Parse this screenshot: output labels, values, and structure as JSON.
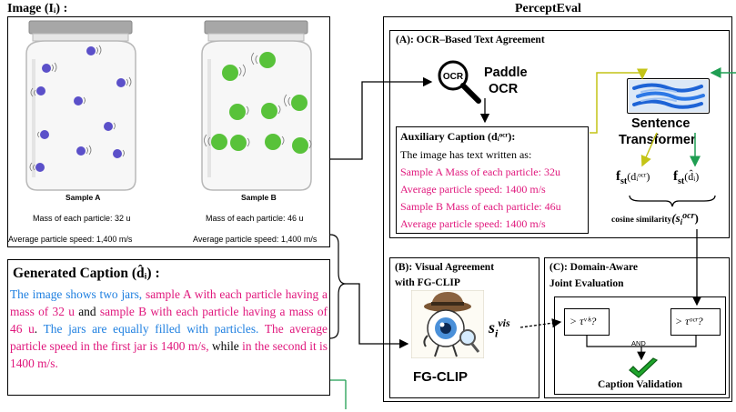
{
  "left": {
    "image_title": "Image (Iᵢ) :",
    "sample_a": {
      "name": "Sample A",
      "mass": "Mass of each particle: 32 u",
      "speed": "Average particle speed: 1,400 m/s"
    },
    "sample_b": {
      "name": "Sample B",
      "mass": "Mass of each particle: 46 u",
      "speed": "Average particle speed: 1,400 m/s"
    },
    "colors": {
      "particle_a": "#5b50c9",
      "particle_b": "#58c23a"
    }
  },
  "caption": {
    "title": "Generated Caption (d̂ᵢ) :",
    "segments": [
      {
        "text": "The image shows two jars, ",
        "color": "blue"
      },
      {
        "text": "sample A with each particle having a mass of 32 u",
        "color": "pink"
      },
      {
        "text": " and ",
        "color": "black"
      },
      {
        "text": "sample B with each particle having a mass of 46 u",
        "color": "pink"
      },
      {
        "text": ". ",
        "color": "black"
      },
      {
        "text": "The jars are equally filled with particles.",
        "color": "blue"
      },
      {
        "text": " The average particle speed in the first jar is 1400 m/s,",
        "color": "pink"
      },
      {
        "text": " while ",
        "color": "black"
      },
      {
        "text": "in the second it is 1400 m/s.",
        "color": "pink"
      }
    ]
  },
  "percepteval": {
    "title": "PerceptEval",
    "section_a": {
      "title": "(A): OCR–Based Text Agreement",
      "ocr_icon_text": "OCR",
      "paddle_line1": "Paddle",
      "paddle_line2": "OCR",
      "aux_title": "Auxiliary Caption (dᵢᵒᶜʳ):",
      "aux_intro": "The image has text written as:",
      "aux_lines": [
        "Sample A Mass of each particle: 32u",
        "Average particle speed: 1400 m/s",
        "Sample B Mass of each particle: 46u",
        "Average particle speed: 1400 m/s"
      ],
      "st_line1": "Sentence",
      "st_line2": "Transformer",
      "fst_left": "f",
      "fst_left_sub": "st",
      "fst_left_arg": "(dᵢᵒᶜʳ)",
      "fst_right": "f",
      "fst_right_sub": "st",
      "fst_right_arg": "(d̂ᵢ)",
      "cosine_label": "cosine similarity",
      "cosine_var": "(s",
      "cosine_sub": "i",
      "cosine_sup": "ocr",
      "cosine_close": ")"
    },
    "section_b": {
      "title_line1": "(B): Visual Agreement",
      "title_line2": "with FG-CLIP",
      "model_name": "FG-CLIP",
      "s_vis": "s",
      "s_vis_sub": "i",
      "s_vis_sup": "vis"
    },
    "section_c": {
      "title_line1": "(C): Domain-Aware",
      "title_line2": "Joint Evaluation",
      "cond_vis": "> τᵛⁱˢ?",
      "cond_ocr": "> τᵒᶜʳ?",
      "and_label": "AND",
      "validation_label": "Caption Validation"
    }
  }
}
